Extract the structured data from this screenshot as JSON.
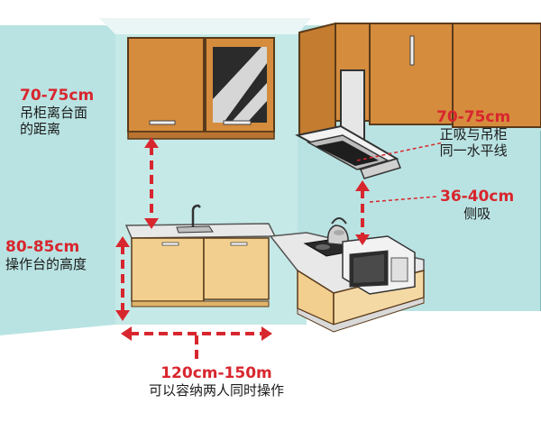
{
  "labels": {
    "wall_cabinet_gap": {
      "value": "70-75cm",
      "line1": "吊柜离台面",
      "line2": "的距离"
    },
    "counter_height": {
      "value": "80-85cm",
      "line1": "操作台的高度"
    },
    "hood_top": {
      "value": "70-75cm",
      "line1": "正吸与吊柜",
      "line2": "同一水平线"
    },
    "hood_side": {
      "value": "36-40cm",
      "line1": "侧吸"
    },
    "aisle_width": {
      "value": "120cm-150m",
      "line1": "可以容纳两人同时操作"
    }
  },
  "colors": {
    "dimension": "#d8262e",
    "wall": "#b9e3e2",
    "cabinet_wood": "#d58c3d",
    "lower_cabinet": "#f2cf8e",
    "counter": "#e8e8e8",
    "floor": "#ffffff"
  },
  "icons": [
    "sink-faucet-icon",
    "kettle-icon",
    "stove-icon",
    "microwave-icon",
    "range-hood-icon"
  ]
}
